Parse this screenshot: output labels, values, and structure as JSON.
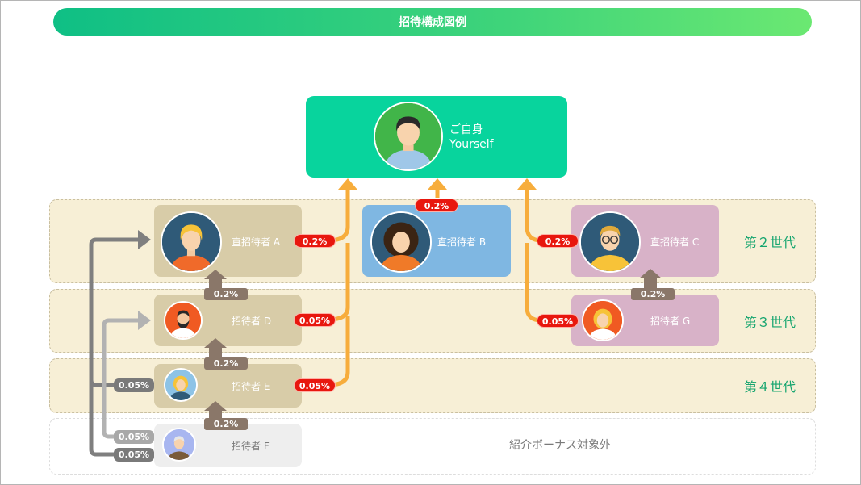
{
  "title": "招待構成図例",
  "you": {
    "name_jp": "ご自身",
    "name_en": "Yourself"
  },
  "generations": {
    "g2": "第２世代",
    "g3": "第３世代",
    "g4": "第４世代",
    "excluded": "紹介ボーナス対象外"
  },
  "nodes": {
    "A": "直招待者 A",
    "B": "直招待者 B",
    "C": "直招待者 C",
    "D": "招待者 D",
    "E": "招待者 E",
    "F": "招待者 F",
    "G": "招待者 G"
  },
  "rates": {
    "a_to_you": "0.2%",
    "b_to_you": "0.2%",
    "c_to_you": "0.2%",
    "d_to_a": "0.2%",
    "e_to_d": "0.2%",
    "f_to_e": "0.2%",
    "g_to_c": "0.2%",
    "d_to_you": "0.05%",
    "e_to_you": "0.05%",
    "g_to_you": "0.05%",
    "e_to_a": "0.05%",
    "f_to_a": "0.05%",
    "f_to_d": "0.05%"
  },
  "colors": {
    "you_box": "#08d49d",
    "card_beige": "#d8cca8",
    "card_blue": "#7fb7e2",
    "card_pink": "#d8b2c8",
    "card_gray": "#eeeeee",
    "arrow_orange": "#f7ad3c",
    "arrow_gray": "#888888",
    "arrow_brown": "#8a7769",
    "generation_green": "#16a56f",
    "badge_red": "#e8170e"
  }
}
